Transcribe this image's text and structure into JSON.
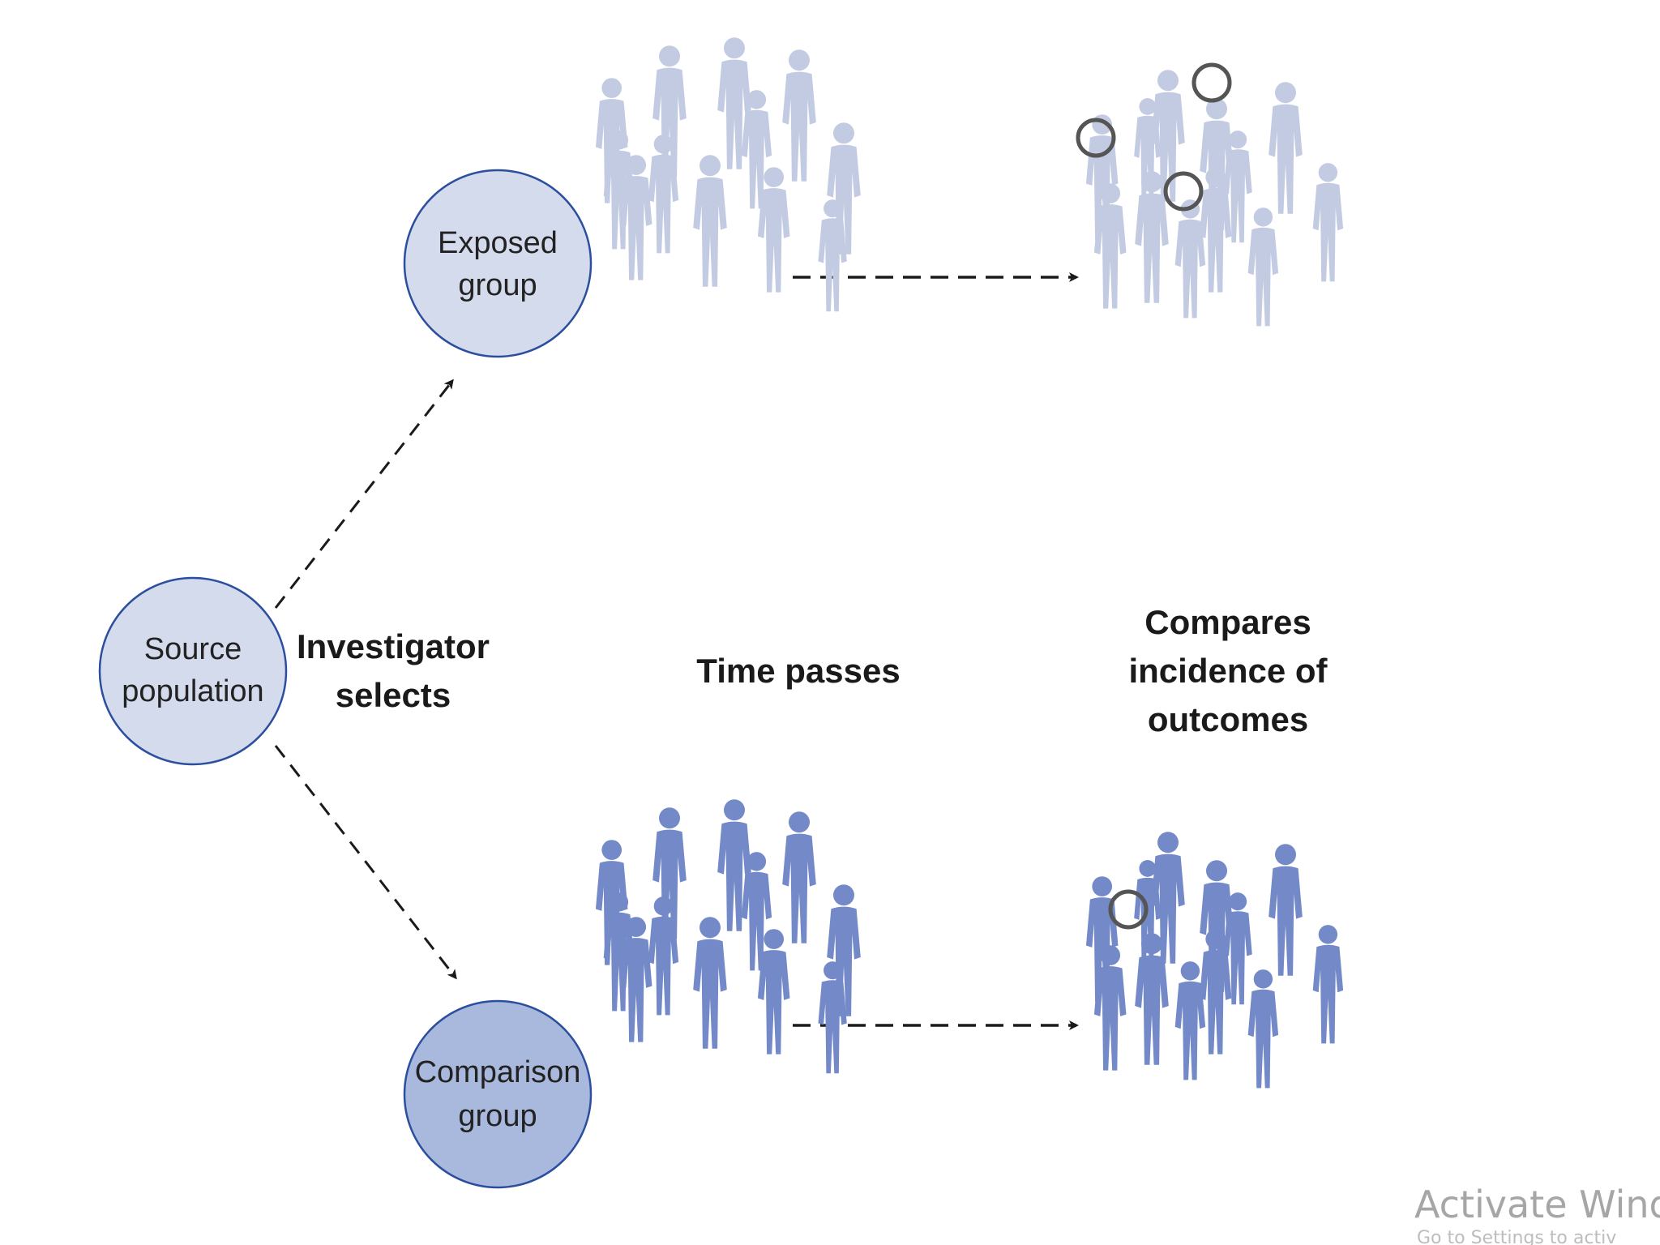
{
  "nodes": {
    "source": {
      "line1": "Source",
      "line2": "population"
    },
    "exposed": {
      "line1": "Exposed",
      "line2": "group"
    },
    "comparison": {
      "line1": "Comparison",
      "line2": "group"
    }
  },
  "captions": {
    "investigator": {
      "line1": "Investigator",
      "line2": "selects"
    },
    "time": "Time passes",
    "compares": {
      "line1": "Compares",
      "line2": "incidence of",
      "line3": "outcomes"
    }
  },
  "overlay": {
    "watermark": "Activate Window",
    "watermark_sub": "Go to Settings to activ"
  },
  "colors": {
    "source_fill": "#d4dbec",
    "exposed_fill": "#d4dbec",
    "comparison_fill": "#a9b8dd",
    "node_stroke": "#2b4e9e",
    "exposed_people": "#c3cbe3",
    "comparison_people": "#7389c8",
    "outcome_ring": "#555555",
    "arrow": "#1a1a1a"
  },
  "icons": {
    "people": "person-silhouette-icon",
    "outcome": "outcome-circle-icon"
  },
  "groups": {
    "exposed_before": {
      "people_count": 12,
      "outcomes": 0
    },
    "exposed_after": {
      "people_count": 12,
      "outcomes": 3
    },
    "comparison_before": {
      "people_count": 12,
      "outcomes": 0
    },
    "comparison_after": {
      "people_count": 12,
      "outcomes": 1
    }
  }
}
